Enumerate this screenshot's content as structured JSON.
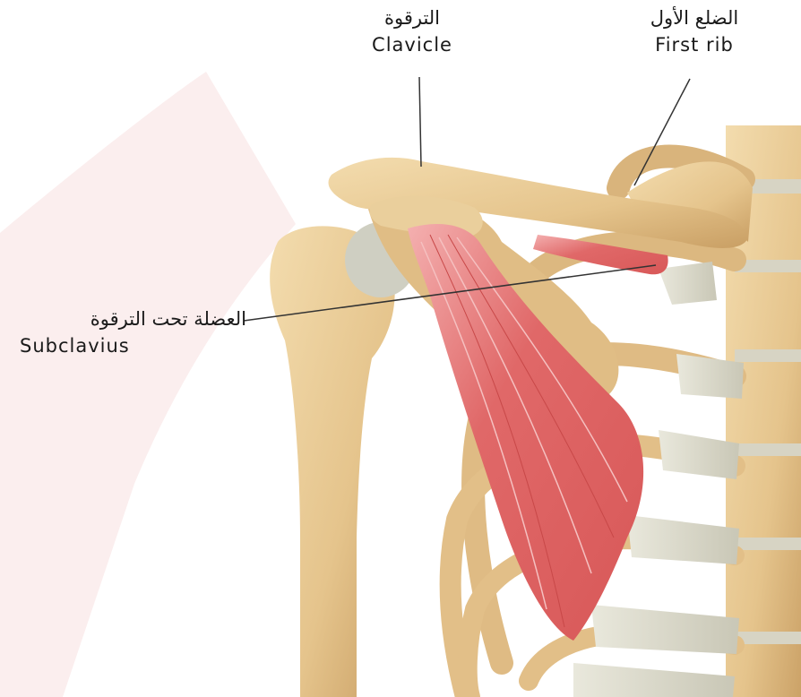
{
  "labels": {
    "clavicle": {
      "arabic": "الترقوة",
      "english": "Clavicle"
    },
    "first_rib": {
      "arabic": "الضلع الأول",
      "english": "First rib"
    },
    "subclavius": {
      "arabic": "العضلة تحت الترقوة",
      "english": "Subclavius"
    }
  },
  "colors": {
    "bone": "#e8c894",
    "bone_shadow": "#c9a56c",
    "cartilage": "#d8d6c8",
    "muscle": "#e06060",
    "muscle_light": "#f0a0a0",
    "background_band": "#fbeeee",
    "leader_line": "#333333"
  }
}
